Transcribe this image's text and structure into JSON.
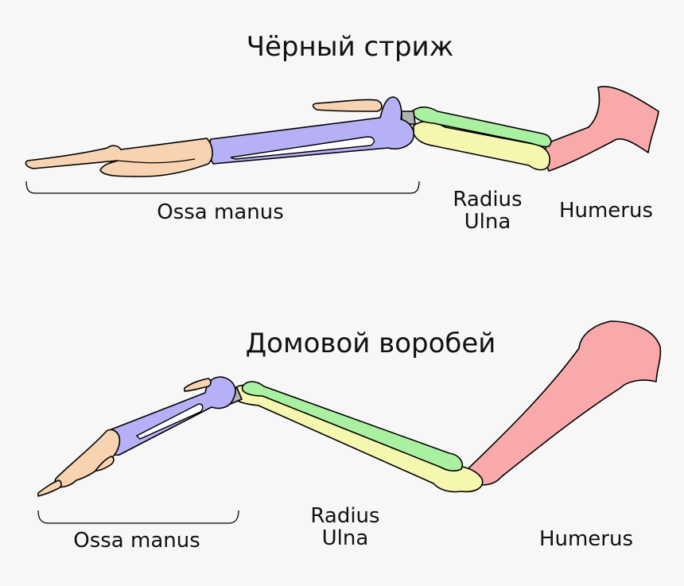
{
  "colors": {
    "background": "#f7f7f7",
    "humerus": "#f9a9a9",
    "radius": "#a9f0a0",
    "ulna": "#f5f7ae",
    "carpometacarpus": "#b6b0f7",
    "phalanges": "#f7d3b2",
    "carpal": "#b3b3b3",
    "outline": "#000000"
  },
  "diagrams": [
    {
      "title": "Чёрный стриж",
      "labels": {
        "hand": "Ossa manus",
        "radius": "Radius",
        "ulna": "Ulna",
        "humerus": "Humerus"
      }
    },
    {
      "title": "Домовой воробей",
      "labels": {
        "hand": "Ossa manus",
        "radius": "Radius",
        "ulna": "Ulna",
        "humerus": "Humerus"
      }
    }
  ]
}
